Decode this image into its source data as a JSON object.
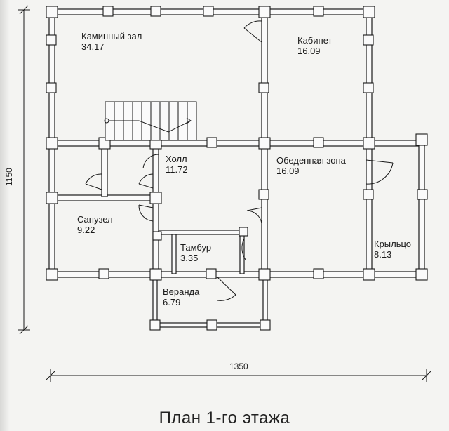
{
  "title": "План 1-го этажа",
  "dimensions": {
    "width": "1350",
    "height": "1150"
  },
  "rooms": [
    {
      "name": "Каминный зал",
      "area": "34.17"
    },
    {
      "name": "Кабинет",
      "area": "16.09"
    },
    {
      "name": "Холл",
      "area": "11.72"
    },
    {
      "name": "Обеденная зона",
      "area": "16.09"
    },
    {
      "name": "Санузел",
      "area": "9.22"
    },
    {
      "name": "Тамбур",
      "area": "3.35"
    },
    {
      "name": "Крыльцо",
      "area": "8.13"
    },
    {
      "name": "Веранда",
      "area": "6.79"
    }
  ]
}
